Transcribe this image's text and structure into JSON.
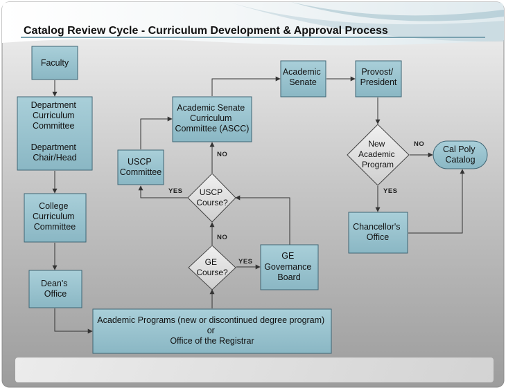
{
  "title": "Catalog Review Cycle - Curriculum Development & Approval Process",
  "nodes": {
    "faculty": "Faculty",
    "dept_committee": [
      "Department",
      "Curriculum",
      "Committee",
      "",
      "Department",
      "Chair/Head"
    ],
    "college_committee": [
      "College",
      "Curriculum",
      "Committee"
    ],
    "deans_office": [
      "Dean's",
      "Office"
    ],
    "academic_programs": [
      "Academic Programs (new or discontinued degree program)",
      "or",
      "Office of the Registrar"
    ],
    "ge_course": [
      "GE",
      "Course?"
    ],
    "ge_board": [
      "GE",
      "Governance",
      "Board"
    ],
    "uscp_course": [
      "USCP",
      "Course?"
    ],
    "uscp_committee": [
      "USCP",
      "Committee"
    ],
    "ascc": [
      "Academic Senate",
      "Curriculum",
      "Committee (ASCC)"
    ],
    "academic_senate": [
      "Academic",
      "Senate"
    ],
    "provost": [
      "Provost/",
      "President"
    ],
    "new_program": [
      "New",
      "Academic",
      "Program"
    ],
    "catalog": [
      "Cal Poly",
      "Catalog"
    ],
    "chancellor": [
      "Chancellor's",
      "Office"
    ]
  },
  "edge_labels": {
    "ge_yes": "YES",
    "ge_no": "NO",
    "uscp_yes": "YES",
    "uscp_no": "NO",
    "new_no": "NO",
    "new_yes": "YES"
  }
}
